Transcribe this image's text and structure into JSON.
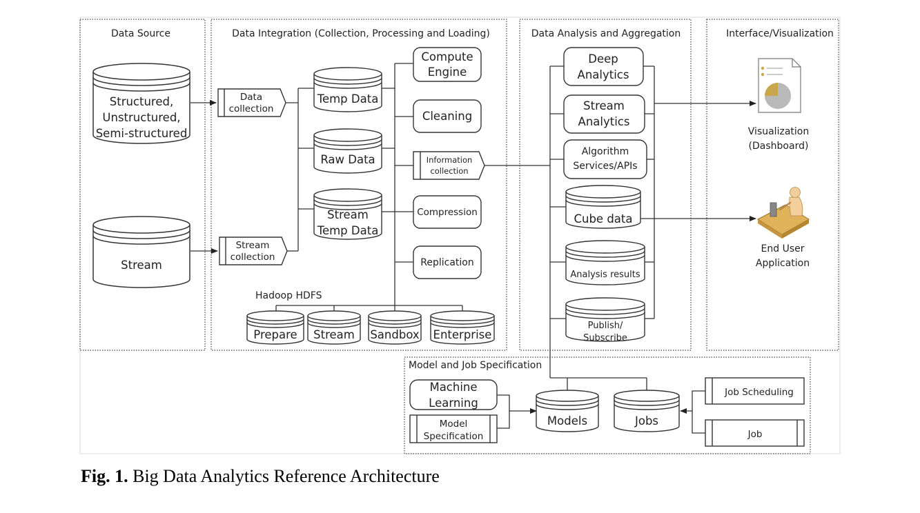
{
  "sections": {
    "data_source": "Data Source",
    "data_integration": "Data Integration (Collection, Processing and Loading)",
    "data_analysis": "Data Analysis and Aggregation",
    "interface": "Interface/Visualization",
    "model_job": "Model and Job Specification"
  },
  "sources": {
    "structured": [
      "Structured,",
      "Unstructured,",
      "Semi-structured"
    ],
    "stream": "Stream"
  },
  "collectors": {
    "data_collection": [
      "Data",
      "collection"
    ],
    "stream_collection": [
      "Stream",
      "collection"
    ]
  },
  "stores": {
    "temp_data": "Temp Data",
    "raw_data": "Raw Data",
    "stream_temp_data": [
      "Stream",
      "Temp Data"
    ]
  },
  "processing": {
    "compute_engine": [
      "Compute",
      "Engine"
    ],
    "cleaning": "Cleaning",
    "information_collection": [
      "Information",
      "collection"
    ],
    "compression": "Compression",
    "replication": "Replication"
  },
  "hdfs": {
    "label": "Hadoop HDFS",
    "items": [
      "Prepare",
      "Stream",
      "Sandbox",
      "Enterprise"
    ]
  },
  "analysis": {
    "deep_analytics": [
      "Deep",
      "Analytics"
    ],
    "stream_analytics": [
      "Stream",
      "Analytics"
    ],
    "algorithm_services": [
      "Algorithm",
      "Services/APIs"
    ],
    "cube_data": "Cube data",
    "analysis_results": "Analysis results",
    "publish_subscribe": [
      "Publish/",
      "Subscribe"
    ]
  },
  "outputs": {
    "visualization": [
      "Visualization",
      "(Dashboard)"
    ],
    "end_user": [
      "End User",
      "Application"
    ]
  },
  "model_job": {
    "machine_learning": [
      "Machine",
      "Learning"
    ],
    "model_specification": [
      "Model",
      "Specification"
    ],
    "models": "Models",
    "jobs": "Jobs",
    "job_scheduling": "Job Scheduling",
    "job": "Job"
  },
  "caption": {
    "label": "Fig. 1.",
    "text": " Big Data Analytics Reference Architecture"
  },
  "colors": {
    "stroke": "#333333",
    "pie_fill": "#b9b9b9",
    "pie_slice": "#c9a64a",
    "desk": "#e0b25a",
    "person": "#f3cf9b"
  }
}
